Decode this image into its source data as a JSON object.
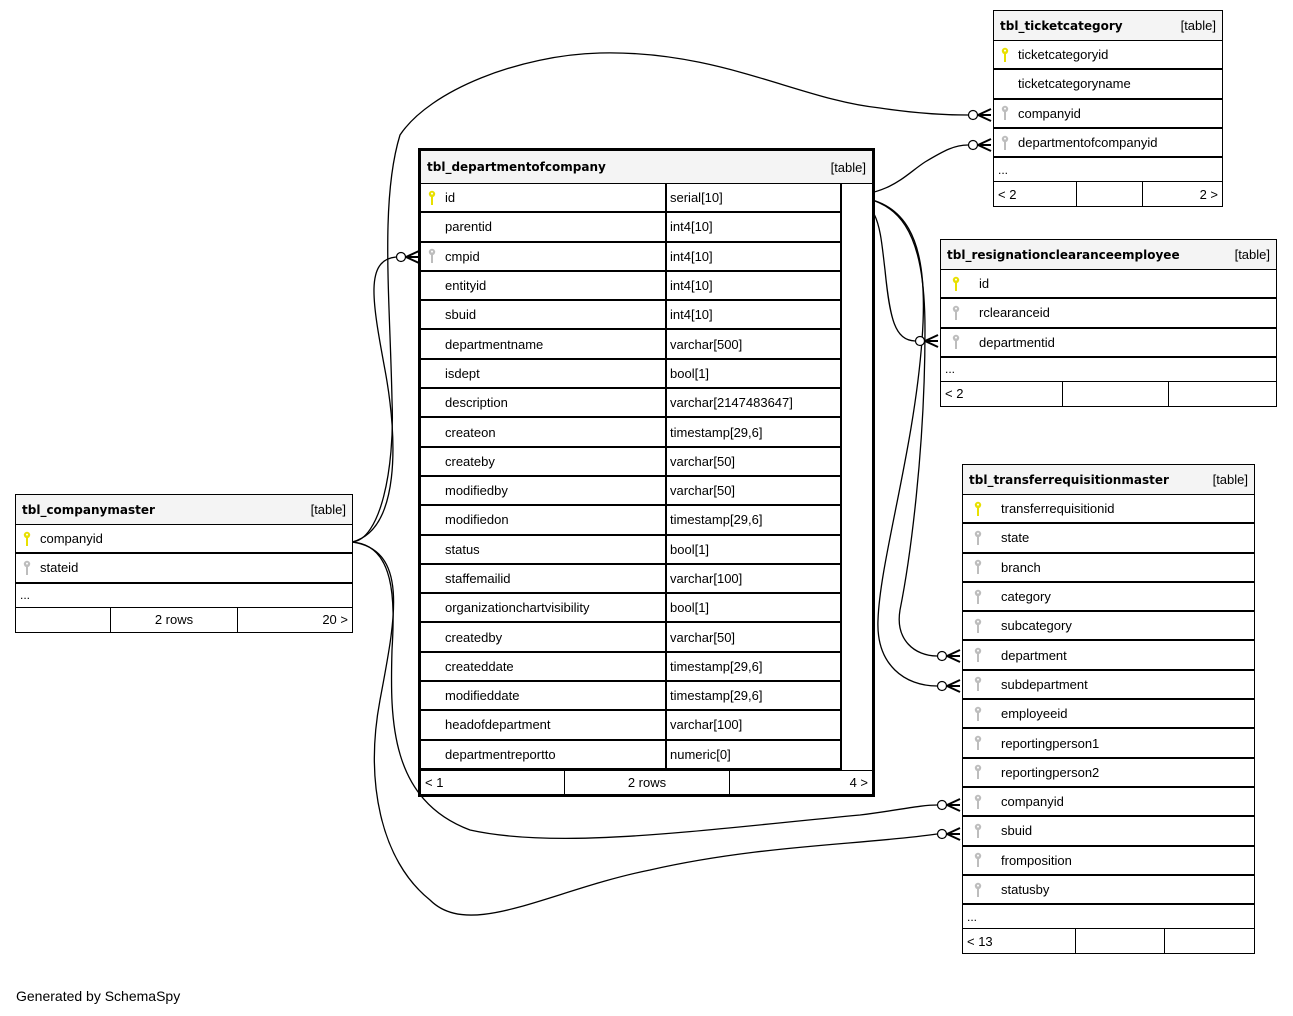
{
  "diagram": {
    "credit": "Generated by SchemaSpy",
    "colors": {
      "primary_key": "#e8e000",
      "foreign_key": "#bdbdbd",
      "header_bg": "#f4f4f4",
      "line": "#000000"
    },
    "tables": {
      "ticketcategory": {
        "name": "tbl_ticketcategory",
        "kind": "[table]",
        "columns": [
          {
            "name": "ticketcategoryid",
            "key": "primary"
          },
          {
            "name": "ticketcategoryname",
            "key": "none"
          },
          {
            "name": "companyid",
            "key": "foreign"
          },
          {
            "name": "departmentofcompanyid",
            "key": "foreign"
          }
        ],
        "ellipsis": "...",
        "footer": {
          "left": "< 2",
          "middle": "",
          "right": "2 >"
        }
      },
      "departmentofcompany": {
        "name": "tbl_departmentofcompany",
        "kind": "[table]",
        "columns": [
          {
            "name": "id",
            "type": "serial[10]",
            "key": "primary"
          },
          {
            "name": "parentid",
            "type": "int4[10]",
            "key": "none"
          },
          {
            "name": "cmpid",
            "type": "int4[10]",
            "key": "foreign"
          },
          {
            "name": "entityid",
            "type": "int4[10]",
            "key": "none"
          },
          {
            "name": "sbuid",
            "type": "int4[10]",
            "key": "none"
          },
          {
            "name": "departmentname",
            "type": "varchar[500]",
            "key": "none"
          },
          {
            "name": "isdept",
            "type": "bool[1]",
            "key": "none"
          },
          {
            "name": "description",
            "type": "varchar[2147483647]",
            "key": "none"
          },
          {
            "name": "createon",
            "type": "timestamp[29,6]",
            "key": "none"
          },
          {
            "name": "createby",
            "type": "varchar[50]",
            "key": "none"
          },
          {
            "name": "modifiedby",
            "type": "varchar[50]",
            "key": "none"
          },
          {
            "name": "modifiedon",
            "type": "timestamp[29,6]",
            "key": "none"
          },
          {
            "name": "status",
            "type": "bool[1]",
            "key": "none"
          },
          {
            "name": "staffemailid",
            "type": "varchar[100]",
            "key": "none"
          },
          {
            "name": "organizationchartvisibility",
            "type": "bool[1]",
            "key": "none"
          },
          {
            "name": "createdby",
            "type": "varchar[50]",
            "key": "none"
          },
          {
            "name": "createddate",
            "type": "timestamp[29,6]",
            "key": "none"
          },
          {
            "name": "modifieddate",
            "type": "timestamp[29,6]",
            "key": "none"
          },
          {
            "name": "headofdepartment",
            "type": "varchar[100]",
            "key": "none"
          },
          {
            "name": "departmentreportto",
            "type": "numeric[0]",
            "key": "none"
          }
        ],
        "footer": {
          "left": "< 1",
          "middle": "2 rows",
          "right": "4 >"
        }
      },
      "resignationclearanceemployee": {
        "name": "tbl_resignationclearanceemployee",
        "kind": "[table]",
        "columns": [
          {
            "name": "id",
            "key": "primary"
          },
          {
            "name": "rclearanceid",
            "key": "foreign"
          },
          {
            "name": "departmentid",
            "key": "foreign"
          }
        ],
        "ellipsis": "...",
        "footer": {
          "left": "< 2",
          "middle": "",
          "right": ""
        }
      },
      "companymaster": {
        "name": "tbl_companymaster",
        "kind": "[table]",
        "columns": [
          {
            "name": "companyid",
            "key": "primary"
          },
          {
            "name": "stateid",
            "key": "foreign"
          }
        ],
        "ellipsis": "...",
        "footer": {
          "left": "",
          "middle": "2 rows",
          "right": "20 >"
        }
      },
      "transferrequisitionmaster": {
        "name": "tbl_transferrequisitionmaster",
        "kind": "[table]",
        "columns": [
          {
            "name": "transferrequisitionid",
            "key": "primary"
          },
          {
            "name": "state",
            "key": "foreign"
          },
          {
            "name": "branch",
            "key": "foreign"
          },
          {
            "name": "category",
            "key": "foreign"
          },
          {
            "name": "subcategory",
            "key": "foreign"
          },
          {
            "name": "department",
            "key": "foreign"
          },
          {
            "name": "subdepartment",
            "key": "foreign"
          },
          {
            "name": "employeeid",
            "key": "foreign"
          },
          {
            "name": "reportingperson1",
            "key": "foreign"
          },
          {
            "name": "reportingperson2",
            "key": "foreign"
          },
          {
            "name": "companyid",
            "key": "foreign"
          },
          {
            "name": "sbuid",
            "key": "foreign"
          },
          {
            "name": "fromposition",
            "key": "foreign"
          },
          {
            "name": "statusby",
            "key": "foreign"
          }
        ],
        "ellipsis": "...",
        "footer": {
          "left": "< 13",
          "middle": "",
          "right": ""
        }
      }
    },
    "relationships": [
      {
        "from": "tbl_companymaster.companyid",
        "to": "tbl_ticketcategory.companyid",
        "cardinality": "zero-or-many"
      },
      {
        "from": "tbl_departmentofcompany.id",
        "to": "tbl_ticketcategory.departmentofcompanyid",
        "cardinality": "zero-or-many"
      },
      {
        "from": "tbl_companymaster.companyid",
        "to": "tbl_departmentofcompany.cmpid",
        "cardinality": "zero-or-many"
      },
      {
        "from": "tbl_departmentofcompany.id",
        "to": "tbl_resignationclearanceemployee.departmentid",
        "cardinality": "zero-or-many"
      },
      {
        "from": "tbl_departmentofcompany.id",
        "to": "tbl_transferrequisitionmaster.department",
        "cardinality": "zero-or-many"
      },
      {
        "from": "tbl_departmentofcompany.id",
        "to": "tbl_transferrequisitionmaster.subdepartment",
        "cardinality": "zero-or-many"
      },
      {
        "from": "tbl_companymaster.companyid",
        "to": "tbl_transferrequisitionmaster.companyid",
        "cardinality": "zero-or-many"
      },
      {
        "from": "tbl_companymaster.companyid",
        "to": "tbl_transferrequisitionmaster.sbuid",
        "cardinality": "zero-or-many"
      }
    ]
  }
}
